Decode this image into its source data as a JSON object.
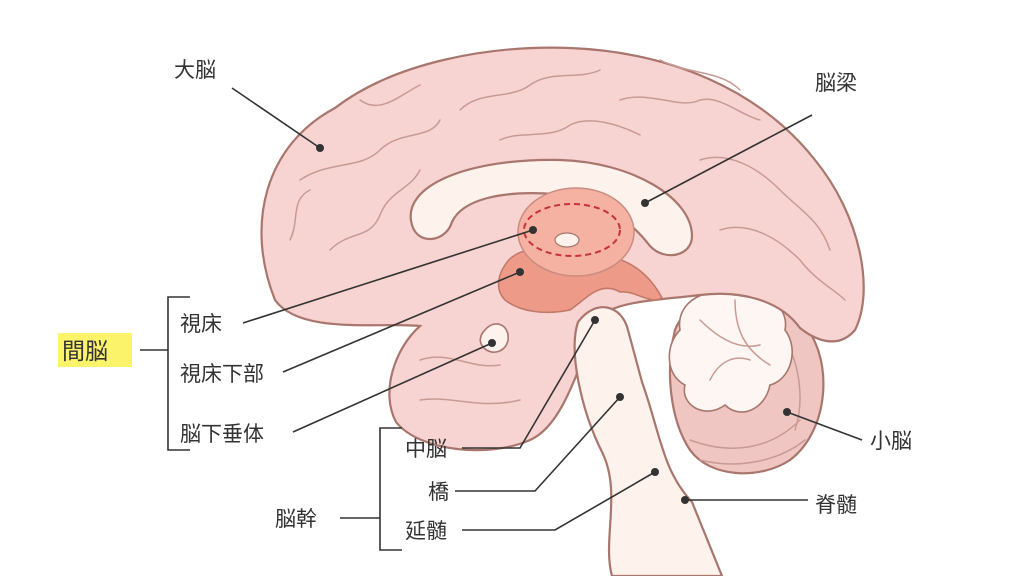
{
  "labels": {
    "cerebrum": "大脳",
    "corpus_callosum": "脳梁",
    "diencephalon": "間脳",
    "thalamus": "視床",
    "hypothalamus": "視床下部",
    "pituitary": "脳下垂体",
    "brainstem": "脳幹",
    "midbrain": "中脳",
    "pons": "橋",
    "medulla": "延髄",
    "cerebellum": "小脳",
    "spinal_cord": "脊髄"
  },
  "colors": {
    "cerebrum": "#f7d3d1",
    "outline": "#a8766c",
    "corpus_callosum": "#fdf2ec",
    "thalamus": "#f5b2a3",
    "hypothalamus": "#ee9a88",
    "highlight": "#fbf36a",
    "dashed_outline": "#c8303c"
  }
}
